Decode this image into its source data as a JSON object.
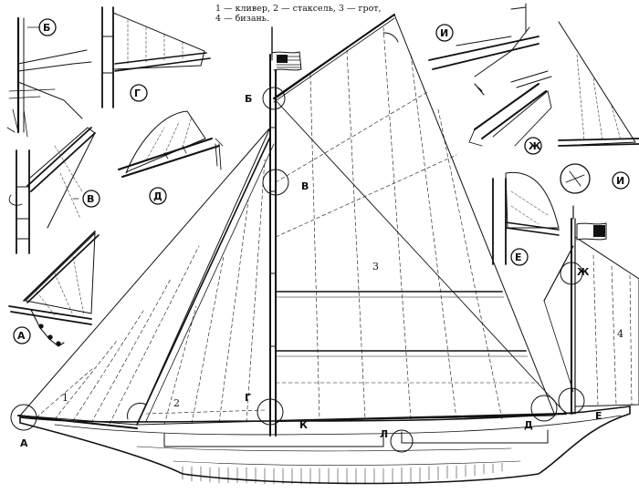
{
  "caption": {
    "line1": "1 — кливер, 2 — стаксель, 3 — грот,",
    "line2": "4 — бизань."
  },
  "sail_numbers": {
    "jib": "1",
    "staysail": "2",
    "main": "3",
    "mizzen": "4"
  },
  "detail_labels": {
    "A": "А",
    "B": "Б",
    "V": "В",
    "G": "Г",
    "D": "Д",
    "E": "Е",
    "ZH": "Ж",
    "I": "И",
    "K": "К",
    "L": "Л"
  },
  "colors": {
    "ink": "#111111",
    "paper": "#ffffff"
  }
}
